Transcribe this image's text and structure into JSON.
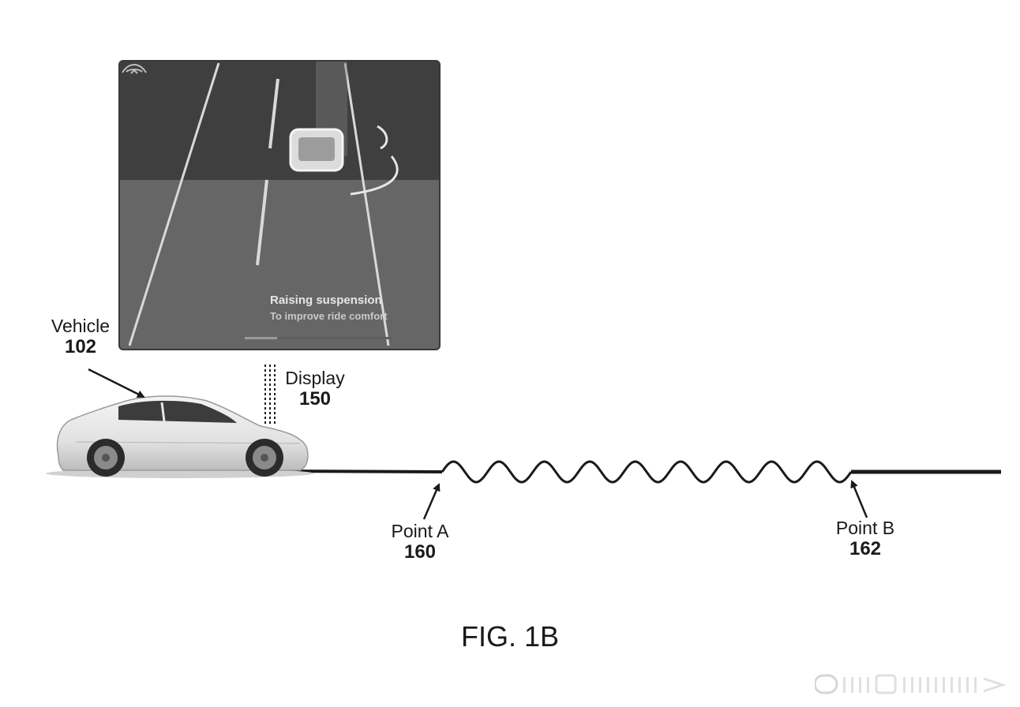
{
  "labels": {
    "vehicle_name": "Vehicle",
    "vehicle_ref": "102",
    "display_name": "Display",
    "display_ref": "150",
    "point_a_name": "Point A",
    "point_a_ref": "160",
    "point_b_name": "Point B",
    "point_b_ref": "162"
  },
  "figure_caption": "FIG. 1B",
  "display_screen": {
    "title": "Raising suspension",
    "subtitle": "To improve ride comfort",
    "icon": "suspension-icon",
    "progress": 0.22
  },
  "colors": {
    "line": "#1a1a1a",
    "screen_bg": "#555555",
    "lane_lines": "#d9d9d9"
  }
}
